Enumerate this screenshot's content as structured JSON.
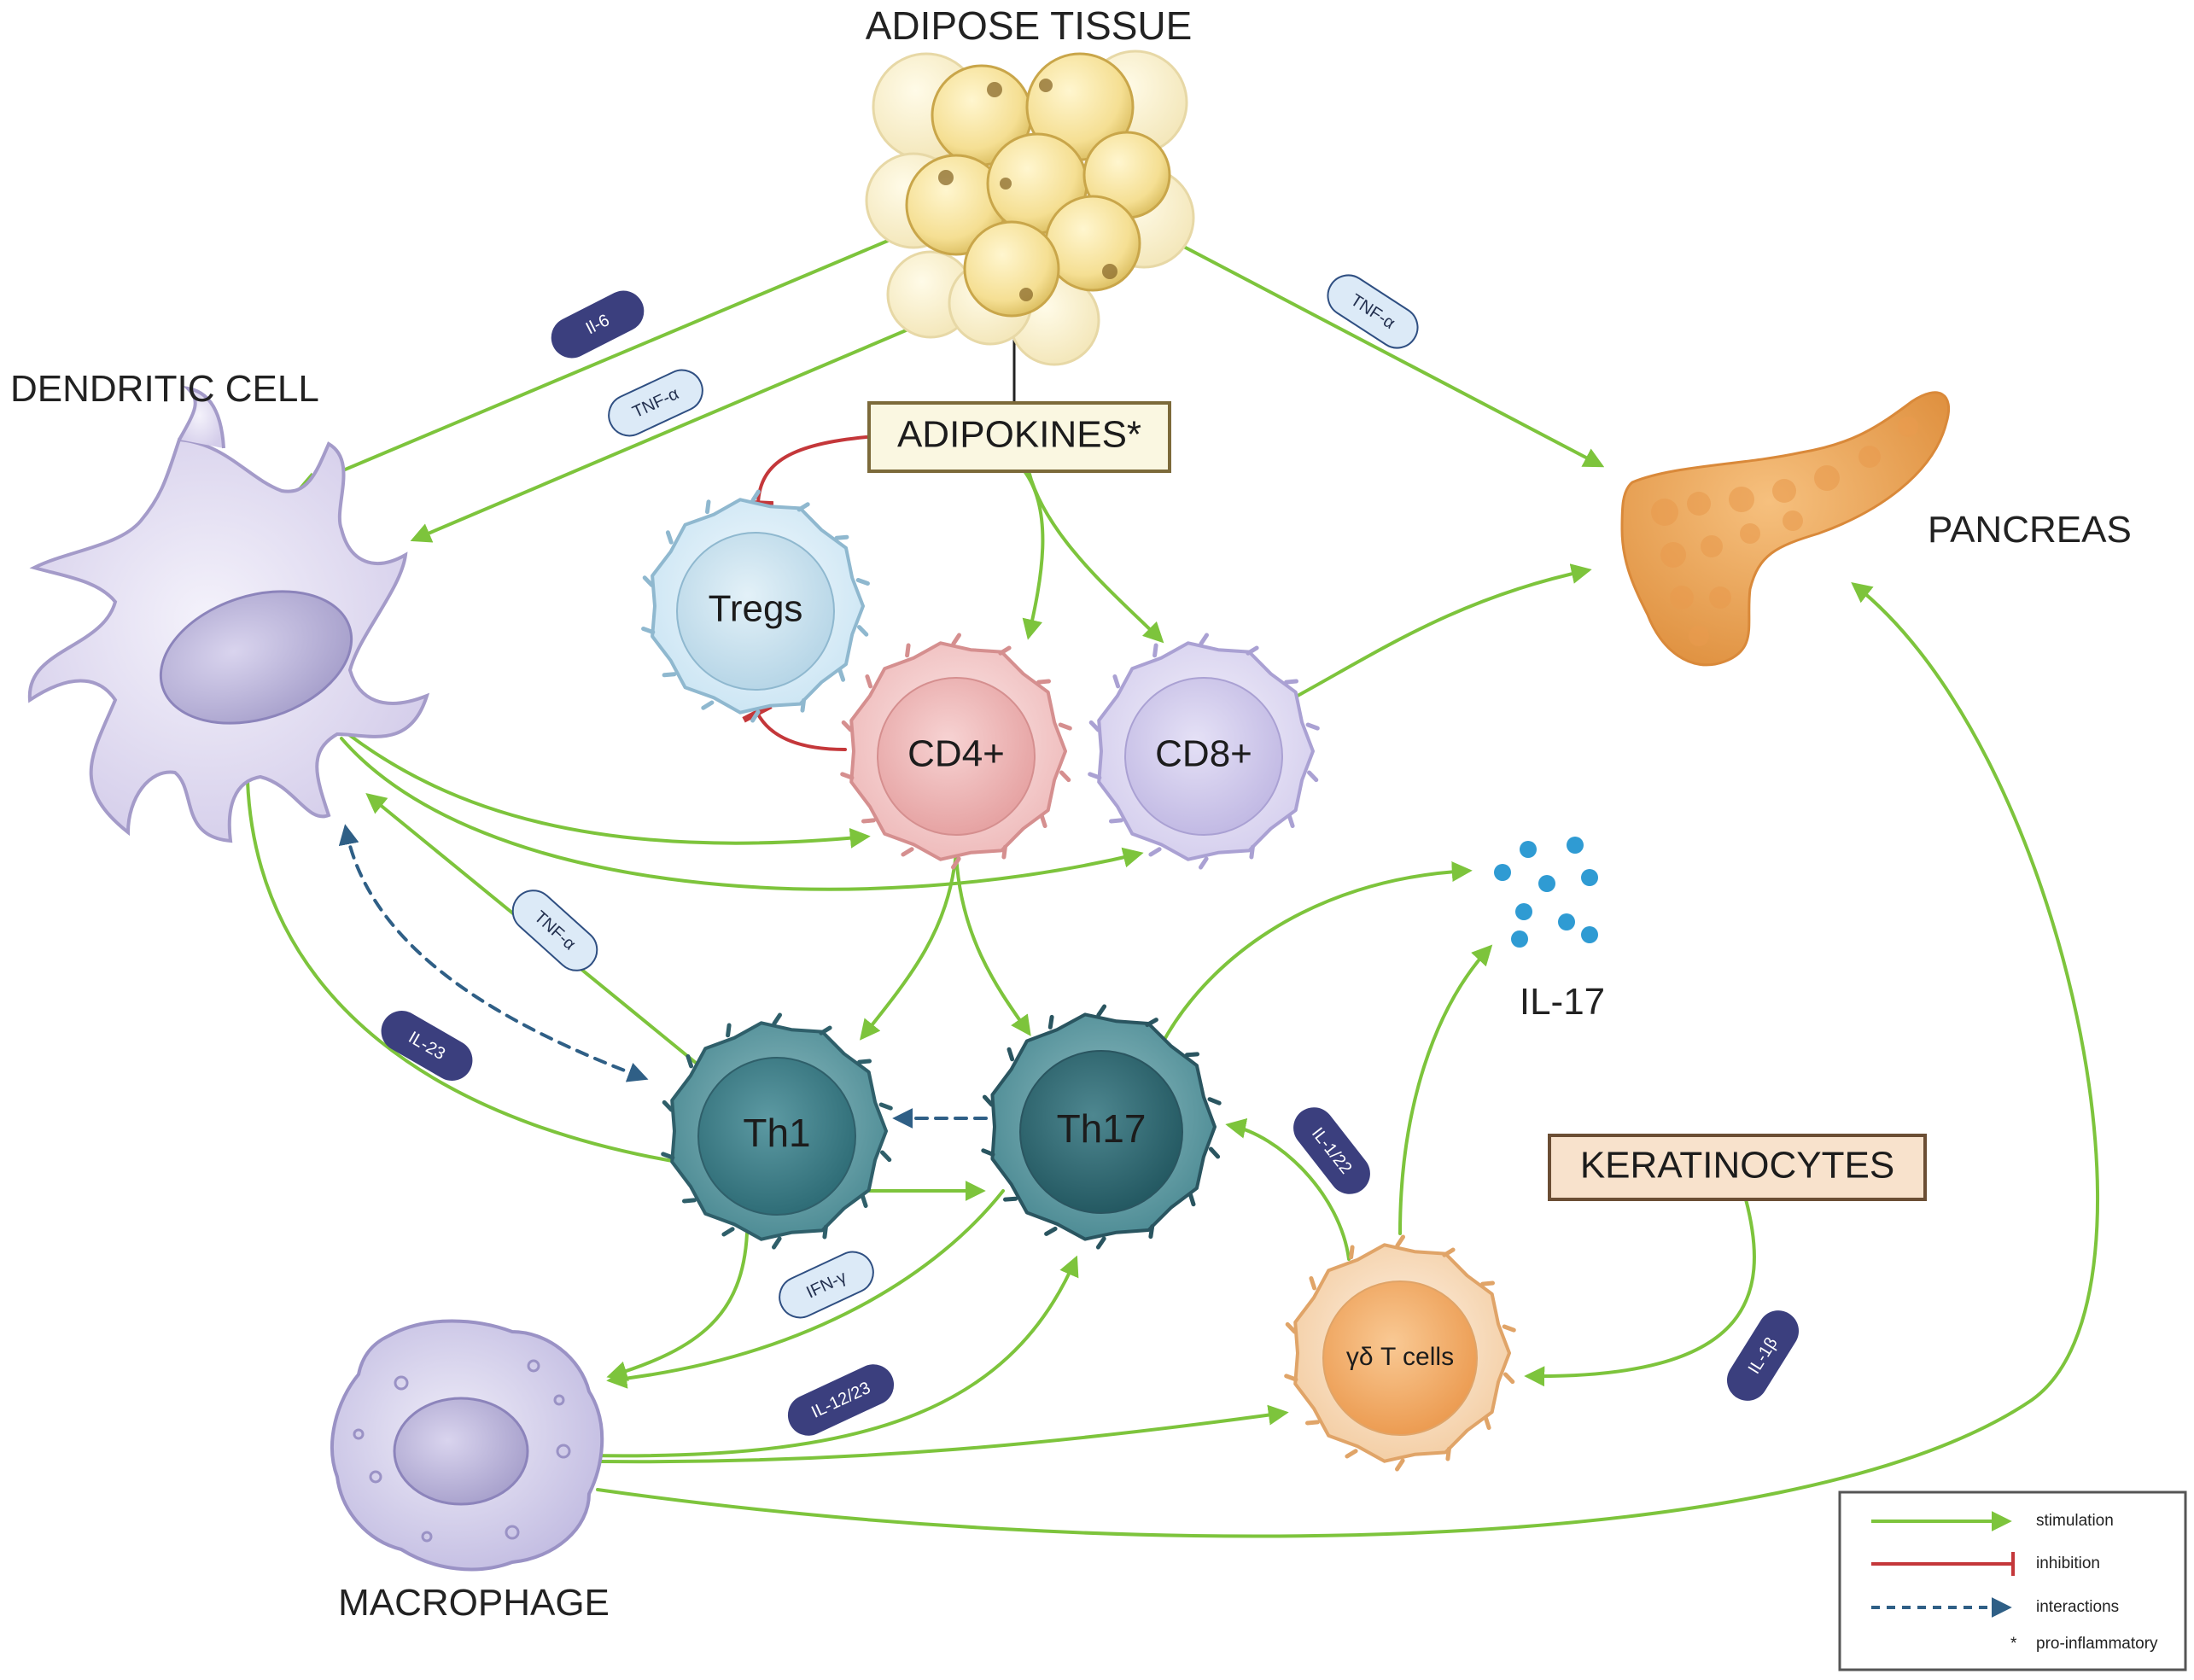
{
  "labels": {
    "adipose_tissue": "ADIPOSE TISSUE",
    "dendritic_cell": "DENDRITIC CELL",
    "pancreas": "PANCREAS",
    "macrophage": "MACROPHAGE",
    "il17": "IL-17"
  },
  "boxes": {
    "adipokines": "ADIPOKINES*",
    "keratinocytes": "KERATINOCYTES"
  },
  "cells": {
    "tregs": "Tregs",
    "cd4": "CD4+",
    "cd8": "CD8+",
    "th1": "Th1",
    "th17": "Th17",
    "gd_t": "γδ T cells"
  },
  "cytokines": {
    "il6": "Il-6",
    "tnfa_dc": "TNF-α",
    "tnfa_pancreas": "TNF-α",
    "tnfa_th1": "TNF-α",
    "il23": "IL-23",
    "ifng": "IFN-γ",
    "il1223": "IL-12/23",
    "il122": "IL-1/22",
    "il1b": "IL-1β"
  },
  "legend": {
    "stimulation": "stimulation",
    "inhibition": "inhibition",
    "interactions": "interactions",
    "star": "*",
    "proinflammatory": "pro-inflammatory"
  },
  "colors": {
    "stimulation": "#7dc43c",
    "inhibition": "#c4373a",
    "interactions": "#2f5f86",
    "dark_pill": "#3b3f7e",
    "light_pill": "#dceaf7"
  }
}
